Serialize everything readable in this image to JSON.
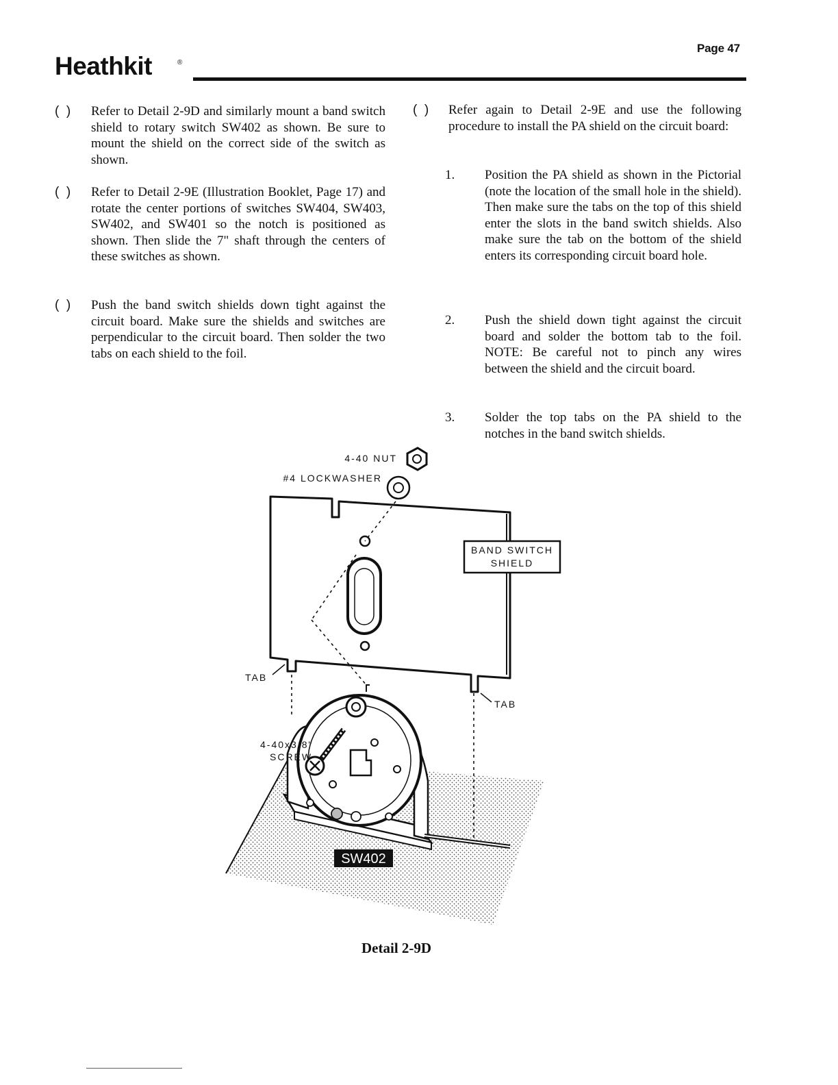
{
  "header": {
    "page_number": "Page 47",
    "brand": "Heathkit",
    "brand_mark": "®"
  },
  "left_column": {
    "steps": [
      {
        "checkbox": "(  )",
        "text": "Refer to Detail 2-9D and similarly mount a band switch shield to rotary switch SW402 as shown. Be sure to mount the shield on the correct side of the switch as shown."
      },
      {
        "checkbox": "(  )",
        "text": "Refer to Detail 2-9E (Illustration Booklet, Page 17) and rotate the center portions of switches SW404, SW403, SW402, and SW401 so the notch is positioned as shown. Then slide the 7\" shaft through the centers of these switches as shown."
      },
      {
        "checkbox": "(  )",
        "text": "Push the band switch shields down tight against the circuit board. Make sure the shields and switches are perpendicular to the circuit board. Then solder the two tabs on each shield to the foil."
      }
    ]
  },
  "right_column": {
    "intro": {
      "checkbox": "(  )",
      "text": "Refer again to Detail 2-9E and use the following procedure to install the PA shield on the circuit board:"
    },
    "substeps": [
      {
        "num": "1.",
        "text": "Position the PA shield as shown in the Pictorial (note the location of the small hole in the shield). Then make sure the tabs on the top of this shield enter the slots in the band switch shields. Also make sure the tab on the bottom of the shield enters its corresponding circuit board hole."
      },
      {
        "num": "2.",
        "text": "Push the shield down tight against the circuit board and solder the bottom tab to the foil. NOTE: Be careful not to pinch any wires between the shield and the circuit board."
      },
      {
        "num": "3.",
        "text": "Solder the top tabs on the PA shield to the notches in the band switch shields."
      }
    ]
  },
  "figure": {
    "labels": {
      "nut": "4-40 NUT",
      "lockwasher": "#4 LOCKWASHER",
      "shield_line1": "BAND SWITCH",
      "shield_line2": "SHIELD",
      "tab_left": "TAB",
      "tab_right": "TAB",
      "screw_line1": "4-40x3/8\"",
      "screw_line2": "SCREW",
      "switch": "SW402"
    },
    "caption": "Detail 2-9D"
  }
}
